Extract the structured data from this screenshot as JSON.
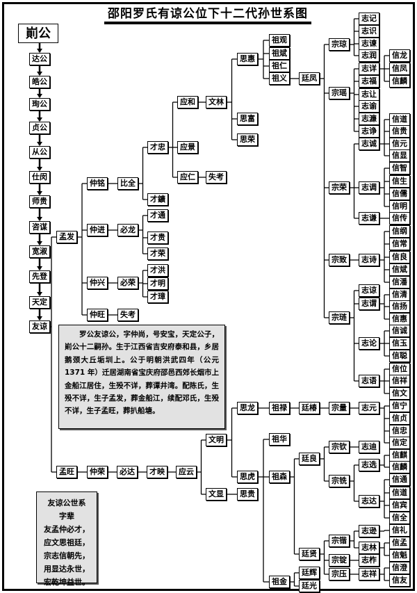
{
  "title": "邵阳罗氏有谅公位下十二代孙世系图",
  "root": "崱公",
  "chain": [
    "达公",
    "皓公",
    "珣公",
    "贞公",
    "从公",
    "仕闵",
    "师贵",
    "咨谋",
    "宽淑",
    "先登",
    "天定",
    "友谅"
  ],
  "nodes": [
    {
      "label": "孟发",
      "parent": -1
    },
    {
      "label": "孟旺",
      "parent": -1
    },
    {
      "label": "仲铭",
      "parent": 0
    },
    {
      "label": "仲进",
      "parent": 0
    },
    {
      "label": "仲兴",
      "parent": 0
    },
    {
      "label": "仲旺",
      "parent": 0
    },
    {
      "label": "比全",
      "parent": 2
    },
    {
      "label": "必龙",
      "parent": 3
    },
    {
      "label": "必荣",
      "parent": 4
    },
    {
      "label": "失考",
      "parent": 5
    },
    {
      "label": "才忠",
      "parent": 6
    },
    {
      "label": "才鑛",
      "parent": 6
    },
    {
      "label": "才通",
      "parent": 7
    },
    {
      "label": "才贵",
      "parent": 7
    },
    {
      "label": "才荣",
      "parent": 7
    },
    {
      "label": "才洪",
      "parent": 8
    },
    {
      "label": "才明",
      "parent": 8
    },
    {
      "label": "才璋",
      "parent": 8
    },
    {
      "label": "应和",
      "parent": 10
    },
    {
      "label": "应景",
      "parent": 10
    },
    {
      "label": "应仁",
      "parent": 10
    },
    {
      "label": "失考",
      "parent": 20
    },
    {
      "label": "文林",
      "parent": 18
    },
    {
      "label": "思惠",
      "parent": 22
    },
    {
      "label": "思富",
      "parent": 22
    },
    {
      "label": "思荣",
      "parent": 22
    },
    {
      "label": "祖观",
      "parent": 23
    },
    {
      "label": "祖斌",
      "parent": 23
    },
    {
      "label": "祖仁",
      "parent": 23
    },
    {
      "label": "祖义",
      "parent": 23
    },
    {
      "label": "廷凤",
      "parent": 29
    },
    {
      "label": "宗琼",
      "parent": 30
    },
    {
      "label": "宗瑶",
      "parent": 30
    },
    {
      "label": "宗荣",
      "parent": 30
    },
    {
      "label": "宗致",
      "parent": 30
    },
    {
      "label": "宗琏",
      "parent": 30
    },
    {
      "label": "志记",
      "parent": 31
    },
    {
      "label": "志识",
      "parent": 31
    },
    {
      "label": "志谏",
      "parent": 31
    },
    {
      "label": "志润",
      "parent": 31
    },
    {
      "label": "志详",
      "parent": 32
    },
    {
      "label": "志福",
      "parent": 32
    },
    {
      "label": "志让",
      "parent": 32
    },
    {
      "label": "志谕",
      "parent": 32
    },
    {
      "label": "志濂",
      "parent": 32
    },
    {
      "label": "志诤",
      "parent": 32
    },
    {
      "label": "志诚",
      "parent": 33
    },
    {
      "label": "志调",
      "parent": 33
    },
    {
      "label": "志谦",
      "parent": 33
    },
    {
      "label": "志诗",
      "parent": 34
    },
    {
      "label": "志谅",
      "parent": 35
    },
    {
      "label": "志谓",
      "parent": 35
    },
    {
      "label": "志论",
      "parent": 35
    },
    {
      "label": "志语",
      "parent": 35
    },
    {
      "label": "信龙",
      "parent": 40
    },
    {
      "label": "信凤",
      "parent": 40
    },
    {
      "label": "信麟",
      "parent": 40
    },
    {
      "label": "信道",
      "parent": 46
    },
    {
      "label": "信贵",
      "parent": 46
    },
    {
      "label": "信元",
      "parent": 46
    },
    {
      "label": "信显",
      "parent": 46
    },
    {
      "label": "信智",
      "parent": 47
    },
    {
      "label": "信生",
      "parent": 47
    },
    {
      "label": "信儒",
      "parent": 47
    },
    {
      "label": "信明",
      "parent": 47
    },
    {
      "label": "信传",
      "parent": 48
    },
    {
      "label": "信纲",
      "parent": 49
    },
    {
      "label": "信常",
      "parent": 49
    },
    {
      "label": "信良",
      "parent": 49
    },
    {
      "label": "信斌",
      "parent": 49
    },
    {
      "label": "信潘",
      "parent": 49
    },
    {
      "label": "信清",
      "parent": 51
    },
    {
      "label": "信扬",
      "parent": 51
    },
    {
      "label": "信惠",
      "parent": 51
    },
    {
      "label": "信诚",
      "parent": 52
    },
    {
      "label": "信玉",
      "parent": 52
    },
    {
      "label": "信聪",
      "parent": 52
    },
    {
      "label": "信位",
      "parent": 53
    },
    {
      "label": "信祥",
      "parent": 53
    },
    {
      "label": "信文",
      "parent": 53
    },
    {
      "label": "仲荣",
      "parent": 1
    },
    {
      "label": "必达",
      "parent": 80
    },
    {
      "label": "才映",
      "parent": 81
    },
    {
      "label": "应云",
      "parent": 82
    },
    {
      "label": "文明",
      "parent": 83
    },
    {
      "label": "文显",
      "parent": 83
    },
    {
      "label": "思龙",
      "parent": 84
    },
    {
      "label": "思虎",
      "parent": 84
    },
    {
      "label": "思贵",
      "parent": 85
    },
    {
      "label": "祖禄",
      "parent": 86
    },
    {
      "label": "廷椿",
      "parent": 89
    },
    {
      "label": "宗量",
      "parent": 90
    },
    {
      "label": "志元",
      "parent": 91
    },
    {
      "label": "祖华",
      "parent": 87
    },
    {
      "label": "祖森",
      "parent": 87
    },
    {
      "label": "祖金",
      "parent": 87
    },
    {
      "label": "廷良",
      "parent": 94
    },
    {
      "label": "廷贤",
      "parent": 94
    },
    {
      "label": "廷辉",
      "parent": 95
    },
    {
      "label": "廷光",
      "parent": 95
    },
    {
      "label": "宗钦",
      "parent": 96
    },
    {
      "label": "宗铣",
      "parent": 96
    },
    {
      "label": "志迪",
      "parent": 100
    },
    {
      "label": "志选",
      "parent": 101
    },
    {
      "label": "志达",
      "parent": 101
    },
    {
      "label": "宗锴",
      "parent": 97
    },
    {
      "label": "宗锭",
      "parent": 97
    },
    {
      "label": "宗压",
      "parent": 97
    },
    {
      "label": "志逊",
      "parent": 105
    },
    {
      "label": "志林",
      "parent": 105
    },
    {
      "label": "志柞",
      "parent": 106
    },
    {
      "label": "志祥",
      "parent": 107
    },
    {
      "label": "信宁",
      "parent": 92
    },
    {
      "label": "信贞",
      "parent": 92
    },
    {
      "label": "信忠",
      "parent": 92
    },
    {
      "label": "信定",
      "parent": 92
    },
    {
      "label": "信麒",
      "parent": 103
    },
    {
      "label": "信麟",
      "parent": 103
    },
    {
      "label": "信通",
      "parent": 104
    },
    {
      "label": "信道",
      "parent": 104
    },
    {
      "label": "信宾",
      "parent": 104
    },
    {
      "label": "信全",
      "parent": 104
    },
    {
      "label": "信礼",
      "parent": 108
    },
    {
      "label": "信孟",
      "parent": 109
    },
    {
      "label": "信魁",
      "parent": 109
    },
    {
      "label": "信澄",
      "parent": 111
    },
    {
      "label": "信友",
      "parent": 111
    }
  ],
  "bio": "罗公友谅公，字仲尚，号安宝，天定公子，崱公十二嗣孙。生于江西省吉安府泰和县，乡居鹅颈大丘垢圳上。公于明朝洪武四年（公元 1371 年）迁居湖南省宝庆府邵邑西郊长烟市上金船江居住，生殁不详，葬谭井湾。配陈氏，生殁不详，生子孟发，葬金船江，续配邓氏，生殁不详，生子孟旺，葬扒船塘。",
  "legend": {
    "title": "友谅公世系",
    "subtitle": "字辈",
    "lines": [
      "友孟仲必才，",
      "应文思祖廷，",
      "宗志信朝先，",
      "用显达永世，",
      "宏乾坤益世。"
    ]
  }
}
